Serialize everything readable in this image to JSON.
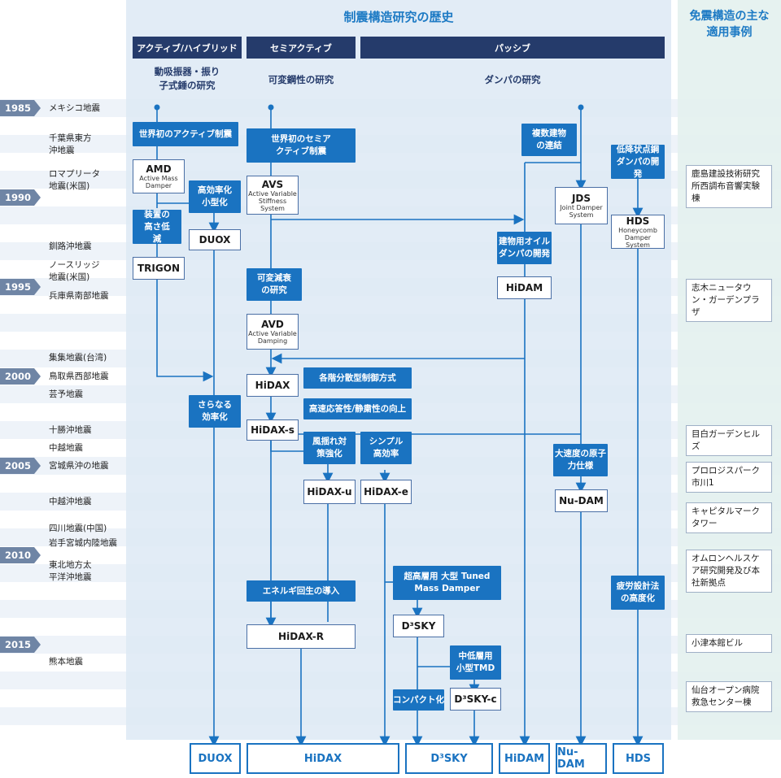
{
  "title": "制震構造研究の歴史",
  "right_title": "免震構造の主な適用事例",
  "categories": [
    "アクティブ/ハイブリッド",
    "セミアクティブ",
    "パッシブ"
  ],
  "subheadings": [
    "動吸振器・振り子式錘の研究",
    "可変鋼性の研究",
    "ダンパの研究"
  ],
  "years": [
    "1985",
    "1990",
    "1995",
    "2000",
    "2005",
    "2010",
    "2015"
  ],
  "earthquakes": [
    "メキシコ地震",
    "千葉県東方沖地震",
    "ロマプリータ地震(米国)",
    "釧路沖地震",
    "ノースリッジ地震(米国)",
    "兵庫県南部地震",
    "集集地震(台湾)",
    "鳥取県西部地震",
    "芸予地震",
    "十勝沖地震",
    "中越地震",
    "宮城県沖の地震",
    "中越沖地震",
    "四川地震(中国)",
    "岩手宮城内陸地震",
    "東北地方太平洋沖地震",
    "熊本地震"
  ],
  "blue_boxes": [
    "世界初のアクティブ制震",
    "世界初のセミアクティブ制震",
    "複数建物の連結",
    "低降状点鋼ダンパの開発",
    "高効率化小型化",
    "装置の高さ低減",
    "建物用オイルダンパの開発",
    "可変減衰の研究",
    "各階分散型制御方式",
    "さらなる効率化",
    "高速応答性/静粛性の向上",
    "風揺れ対策強化",
    "シンプル高効率",
    "大速度の原子力仕様",
    "超高層用 大型 Tuned Mass Damper",
    "エネルギ回生の導入",
    "疲労設計法の高度化",
    "中低層用小型TMD",
    "コンパクト化"
  ],
  "products": [
    {
      "name": "AMD",
      "sub": "Active Mass Damper"
    },
    {
      "name": "AVS",
      "sub": "Active Variable Stiffness System"
    },
    {
      "name": "JDS",
      "sub": "Joint Damper System"
    },
    {
      "name": "HDS",
      "sub": "Honeycomb Damper System"
    },
    {
      "name": "DUOX",
      "sub": ""
    },
    {
      "name": "TRIGON",
      "sub": ""
    },
    {
      "name": "HiDAM",
      "sub": ""
    },
    {
      "name": "AVD",
      "sub": "Active Variable Damping"
    },
    {
      "name": "HiDAX",
      "sub": ""
    },
    {
      "name": "HiDAX-s",
      "sub": ""
    },
    {
      "name": "HiDAX-u",
      "sub": ""
    },
    {
      "name": "HiDAX-e",
      "sub": ""
    },
    {
      "name": "Nu-DAM",
      "sub": ""
    },
    {
      "name": "D³SKY",
      "sub": ""
    },
    {
      "name": "HiDAX-R",
      "sub": ""
    },
    {
      "name": "D³SKY-c",
      "sub": ""
    }
  ],
  "cases": [
    "鹿島建設技術研究所西調布音響実験棟",
    "志木ニュータウン・ガーデンプラザ",
    "目白ガーデンヒルズ",
    "プロロジスパーク市川1",
    "キャピタルマークタワー",
    "オムロンヘルスケア研究開発及び本社新拠点",
    "小津本館ビル",
    "仙台オープン病院救急センター棟"
  ],
  "bottom": [
    "DUOX",
    "HiDAX",
    "D³SKY",
    "HiDAM",
    "Nu-DAM",
    "HDS"
  ]
}
